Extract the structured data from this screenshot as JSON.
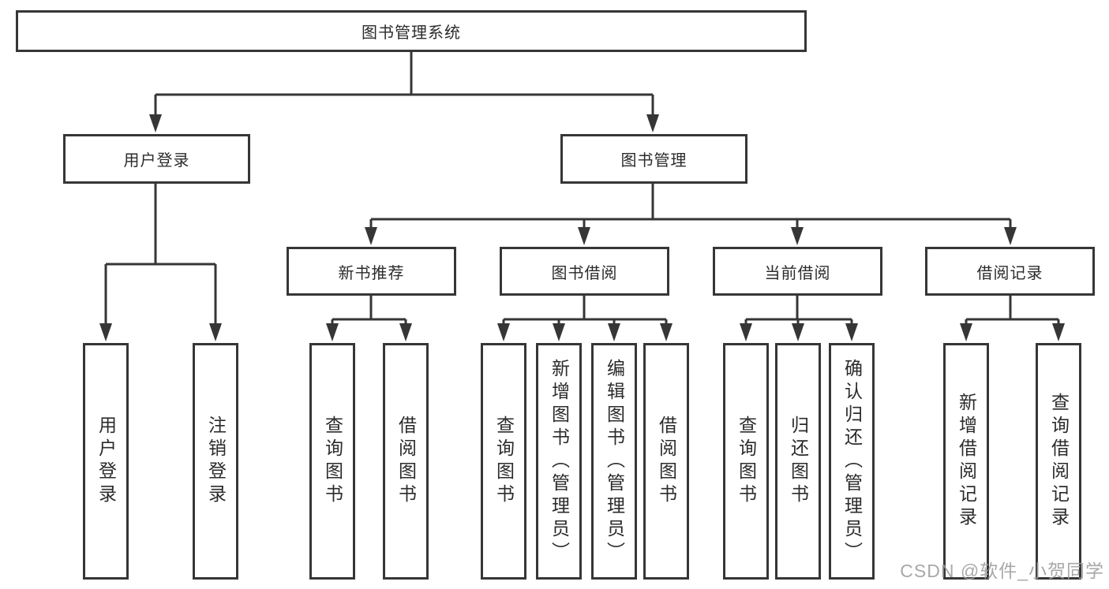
{
  "colors": {
    "line": "#363636",
    "box_border": "#363636",
    "text": "#2b2b2b",
    "background": "#ffffff",
    "watermark": "#9e9e9e"
  },
  "watermark": {
    "text": "CSDN @软件_小贺同学"
  },
  "tree": {
    "root": {
      "label": "图书管理系统"
    },
    "level2": [
      {
        "label": "用户登录",
        "children": [
          {
            "label": "用户登录"
          },
          {
            "label": "注销登录"
          }
        ]
      },
      {
        "label": "图书管理",
        "children": [
          {
            "label": "新书推荐",
            "children": [
              {
                "label": "查询图书"
              },
              {
                "label": "借阅图书"
              }
            ]
          },
          {
            "label": "图书借阅",
            "children": [
              {
                "label": "查询图书"
              },
              {
                "label": "新增图书（管理员）"
              },
              {
                "label": "编辑图书（管理员）"
              },
              {
                "label": "借阅图书"
              }
            ]
          },
          {
            "label": "当前借阅",
            "children": [
              {
                "label": "查询图书"
              },
              {
                "label": "归还图书"
              },
              {
                "label": "确认归还（管理员）"
              }
            ]
          },
          {
            "label": "借阅记录",
            "children": [
              {
                "label": "新增借阅记录"
              },
              {
                "label": "查询借阅记录"
              }
            ]
          }
        ]
      }
    ]
  }
}
